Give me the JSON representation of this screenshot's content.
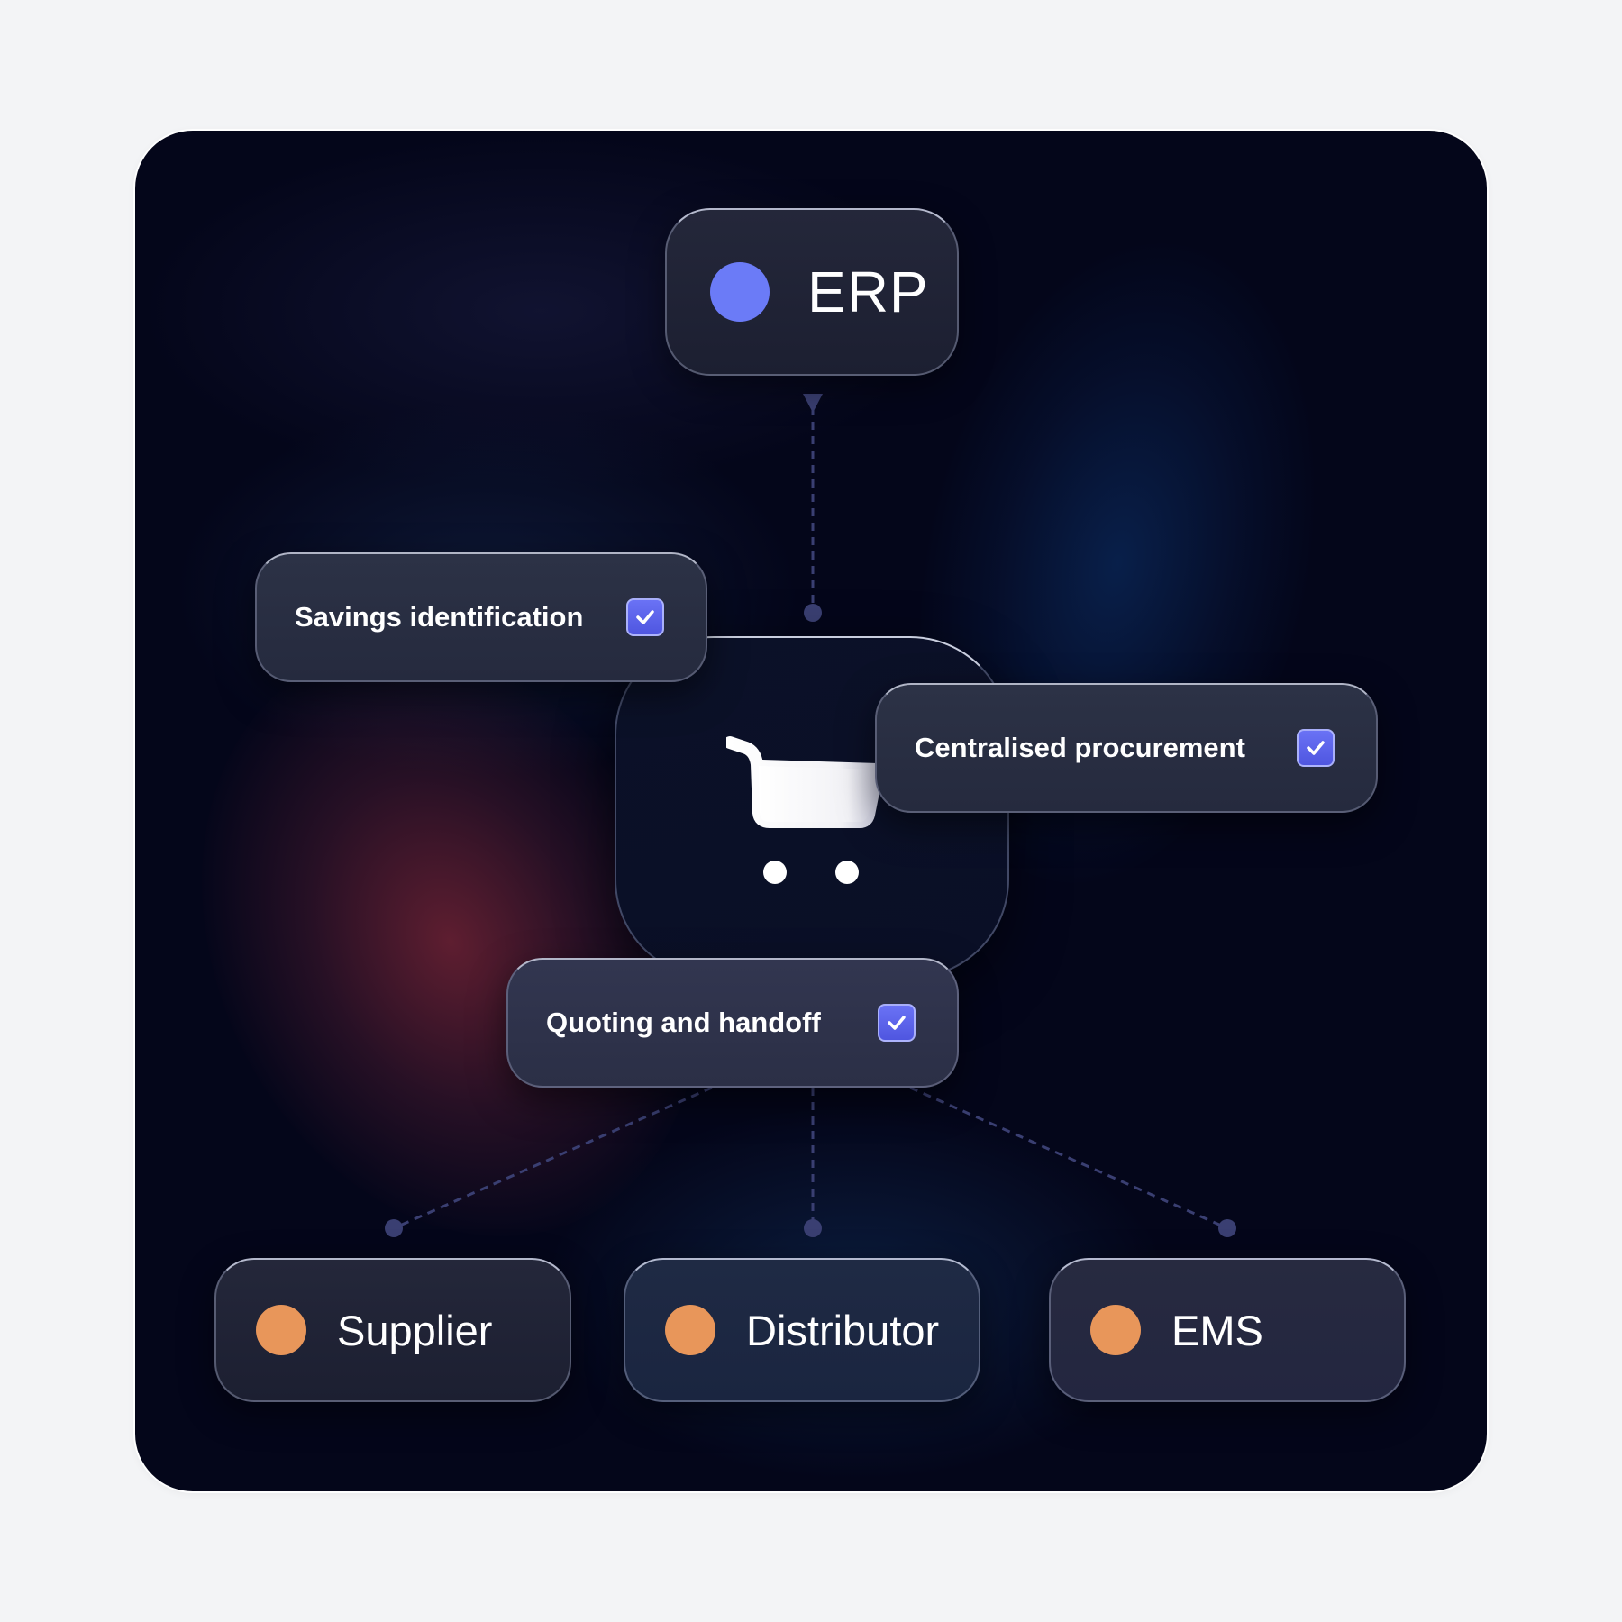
{
  "colors": {
    "erp_dot": "#6b7bf7",
    "partner_dot": "#e8965a",
    "check": "#5a62ec",
    "connector": "#3a3f72"
  },
  "erp": {
    "label": "ERP"
  },
  "hub": {
    "icon": "cart-icon"
  },
  "features": [
    {
      "label": "Savings identification",
      "checked": true
    },
    {
      "label": "Centralised procurement",
      "checked": true
    },
    {
      "label": "Quoting and handoff",
      "checked": true
    }
  ],
  "partners": [
    {
      "label": "Supplier"
    },
    {
      "label": "Distributor"
    },
    {
      "label": "EMS"
    }
  ]
}
